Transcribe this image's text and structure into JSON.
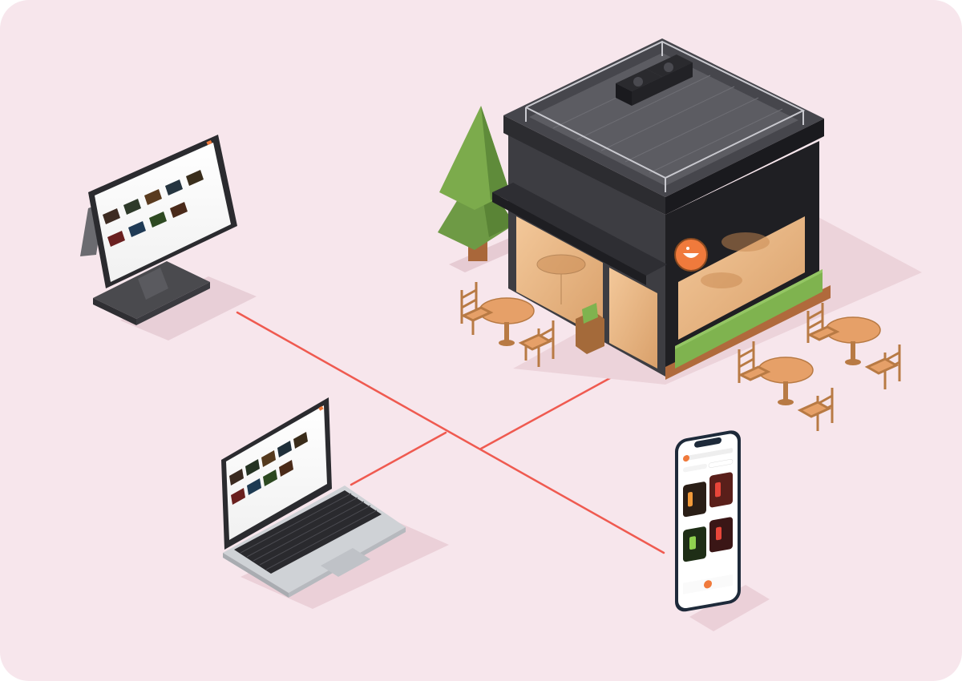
{
  "scene": {
    "background_color": "#f7e6ec",
    "connector_color": "#ef5a50",
    "accent_color": "#f07a3c",
    "devices": [
      {
        "name": "pos-terminal",
        "icon": "pos-terminal-icon"
      },
      {
        "name": "laptop",
        "icon": "laptop-icon"
      },
      {
        "name": "smartphone",
        "icon": "smartphone-icon"
      }
    ],
    "hub": {
      "name": "cafe-building",
      "icon": "storefront-icon"
    }
  }
}
